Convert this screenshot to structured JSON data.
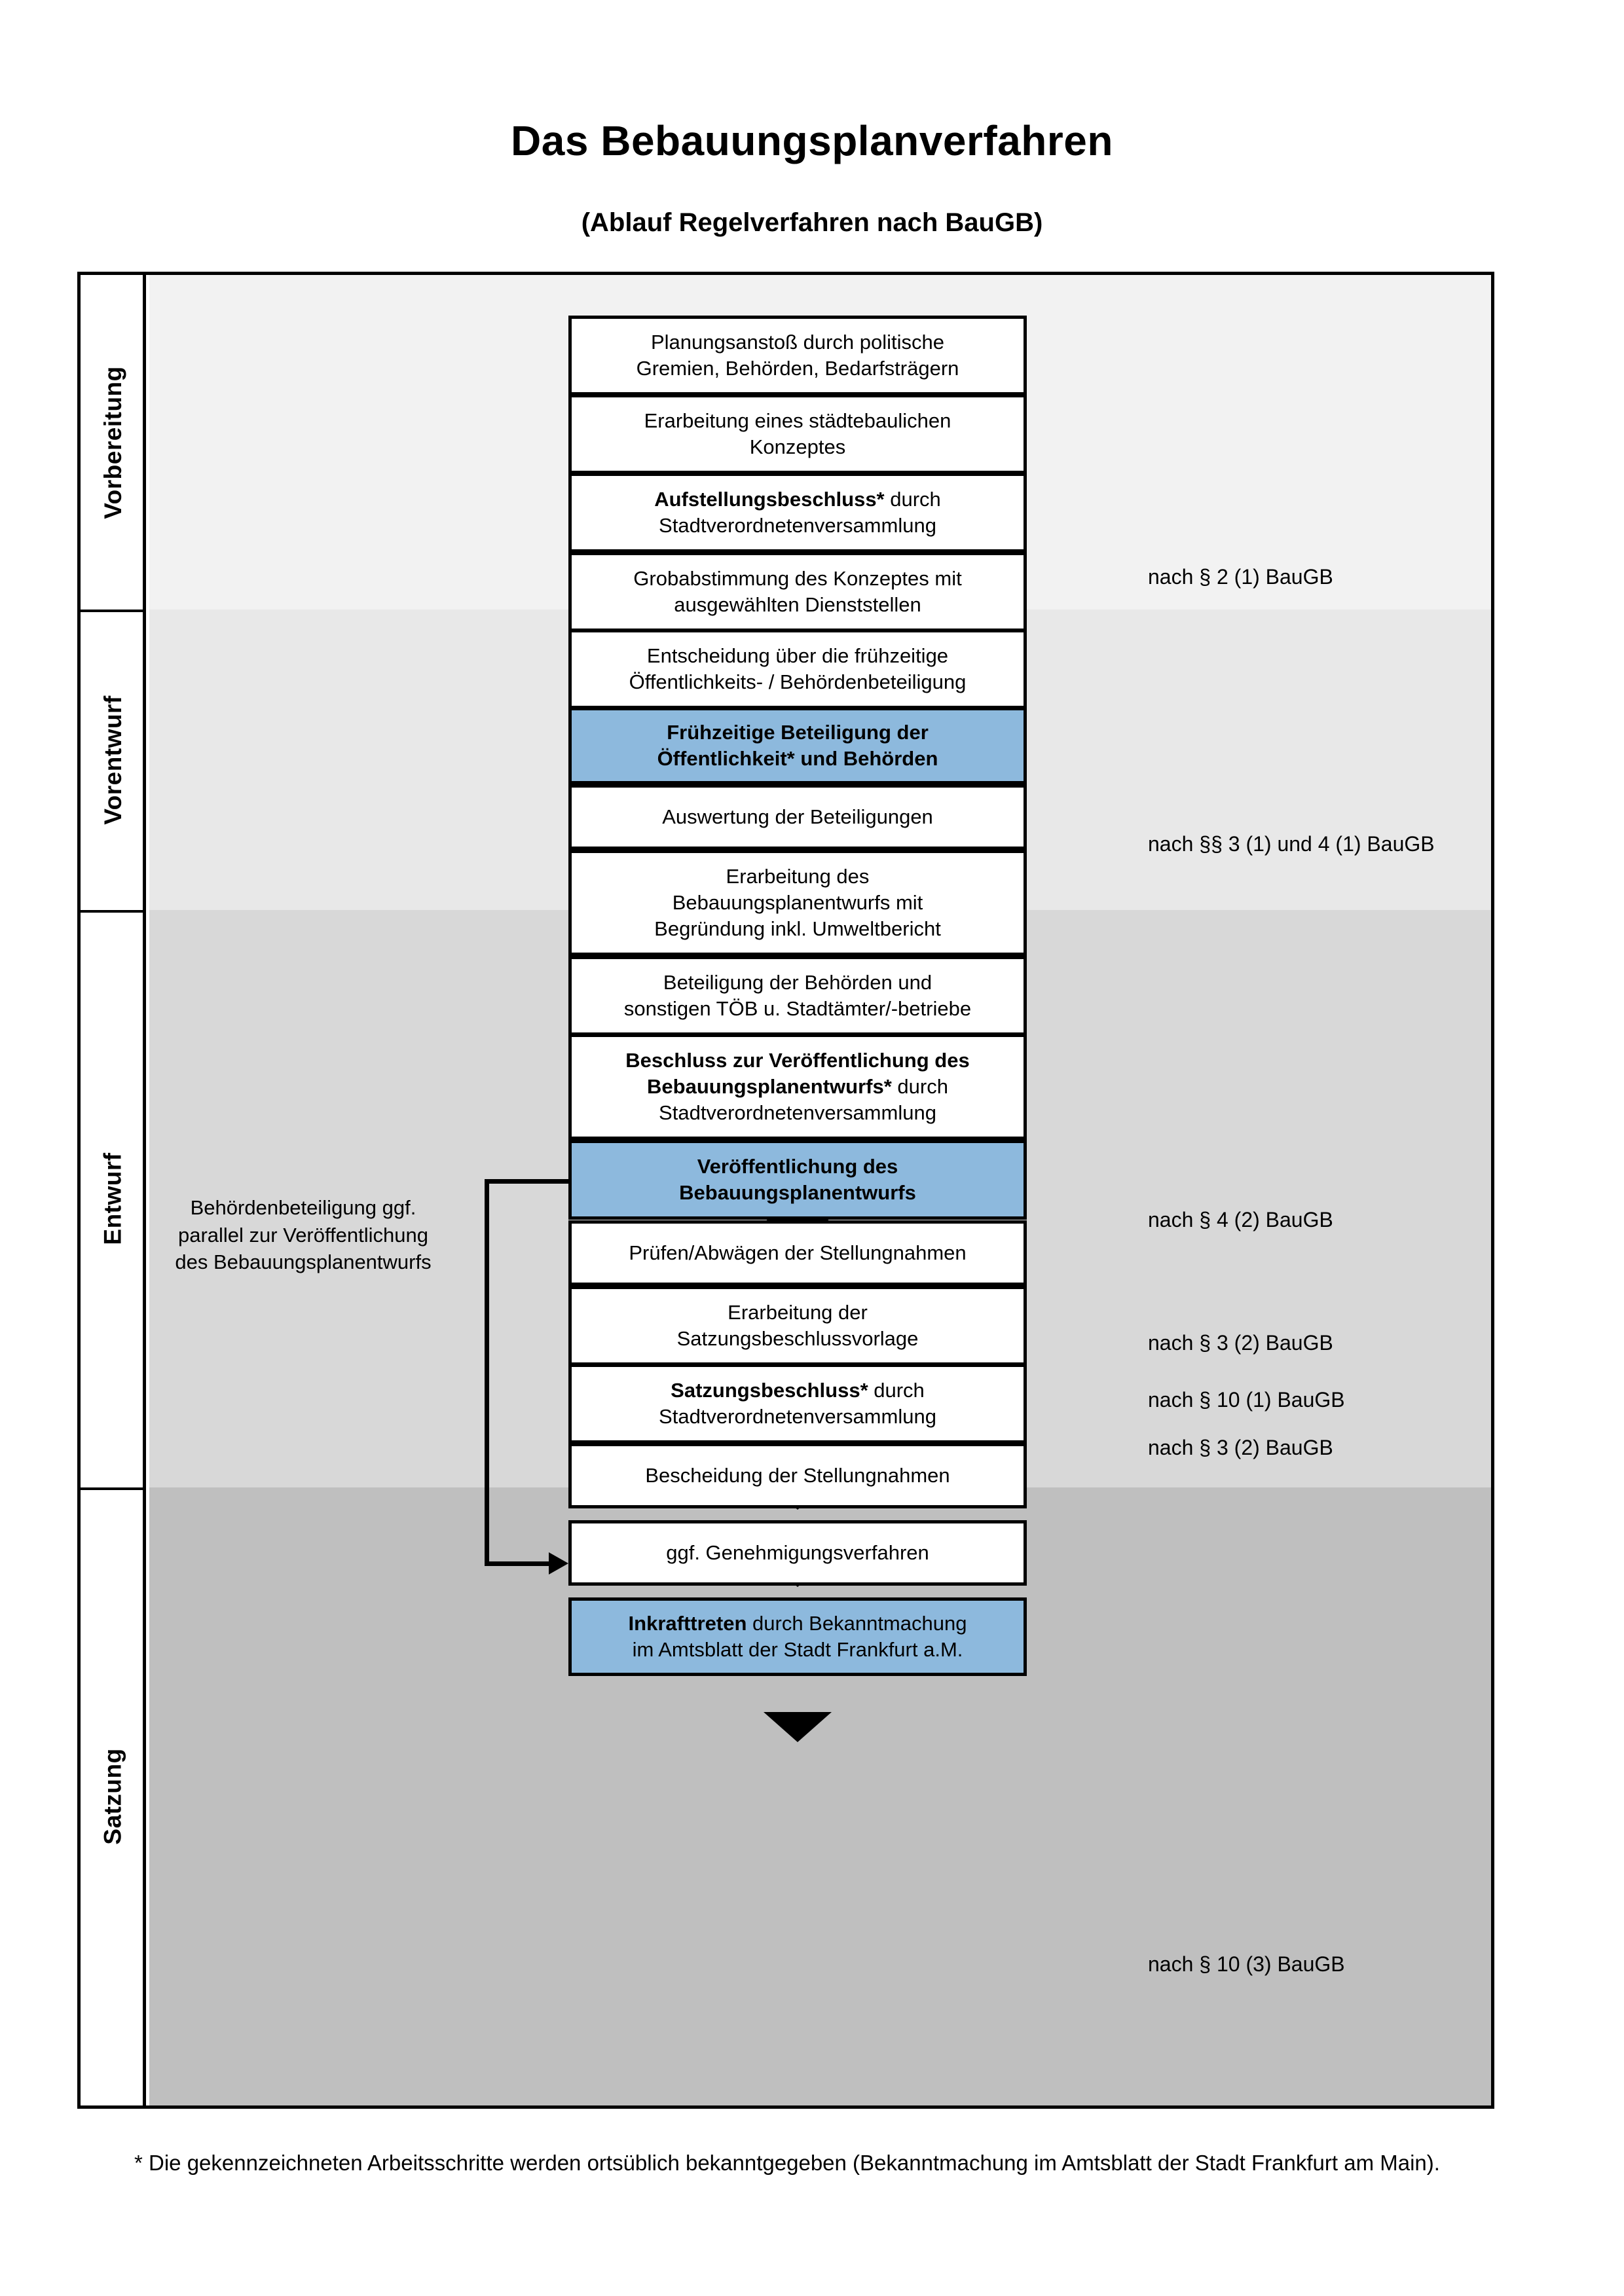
{
  "title": "Das Bebauungsplanverfahren",
  "subtitle": "(Ablauf Regelverfahren nach BauGB)",
  "colors": {
    "highlight": "#8db9dd",
    "band_vorbereitung": "#f2f2f2",
    "band_vorentwurf": "#e8e8e8",
    "band_entwurf": "#d8d8d8",
    "band_satzung": "#bfbfbf"
  },
  "phases": [
    {
      "label": "Vorbereitung"
    },
    {
      "label": "Vorentwurf"
    },
    {
      "label": "Entwurf"
    },
    {
      "label": "Satzung"
    }
  ],
  "side_note": "Behördenbeteiligung ggf. parallel zur Veröffentlichung des Bebauungsplanentwurfs",
  "steps": [
    {
      "line1": "Planungsanstoß durch politische",
      "line2": "Gremien, Behörden, Bedarfsträgern",
      "line3": "",
      "bold_prefix": "",
      "highlight": false
    },
    {
      "line1": "Erarbeitung eines städtebaulichen",
      "line2": "Konzeptes",
      "line3": "",
      "bold_prefix": "",
      "highlight": false
    },
    {
      "line1": "",
      "line2": "Stadtverordnetenversammlung",
      "line3": "",
      "bold_prefix": "Aufstellungsbeschluss*",
      "bold_suffix": " durch",
      "highlight": false
    },
    {
      "line1": "Grobabstimmung des Konzeptes mit",
      "line2": "ausgewählten Dienststellen",
      "line3": "",
      "bold_prefix": "",
      "highlight": false
    },
    {
      "line1": "Entscheidung über die frühzeitige",
      "line2": "Öffentlichkeits- / Behördenbeteiligung",
      "line3": "",
      "bold_prefix": "",
      "highlight": false
    },
    {
      "line1": "Frühzeitige Beteiligung der",
      "line2": "Öffentlichkeit* und Behörden",
      "line3": "",
      "bold_prefix": "",
      "highlight": true,
      "all_bold": true
    },
    {
      "line1": "Auswertung der Beteiligungen",
      "line2": "",
      "line3": "",
      "bold_prefix": "",
      "highlight": false
    },
    {
      "line1": "Erarbeitung des",
      "line2": "Bebauungsplanentwurfs mit",
      "line3": "Begründung inkl. Umweltbericht",
      "bold_prefix": "",
      "highlight": false
    },
    {
      "line1": "Beteiligung der Behörden und",
      "line2": "sonstigen TÖB u. Stadtämter/-betriebe",
      "line3": "",
      "bold_prefix": "",
      "highlight": false
    },
    {
      "line1": "",
      "line2": "Stadtverordnetenversammlung",
      "line3": "",
      "bold_prefix": "Beschluss zur Veröffentlichung des Bebauungsplanentwurfs*",
      "bold_suffix": " durch",
      "highlight": false
    },
    {
      "line1": "Veröffentlichung des",
      "line2": "Bebauungsplanentwurfs",
      "line3": "",
      "bold_prefix": "",
      "highlight": true,
      "all_bold": true
    },
    {
      "line1": "Prüfen/Abwägen der Stellungnahmen",
      "line2": "",
      "line3": "",
      "bold_prefix": "",
      "highlight": false
    },
    {
      "line1": "Erarbeitung der",
      "line2": "Satzungsbeschlussvorlage",
      "line3": "",
      "bold_prefix": "",
      "highlight": false
    },
    {
      "line1": "",
      "line2": "Stadtverordnetenversammlung",
      "line3": "",
      "bold_prefix": "Satzungsbeschluss*",
      "bold_suffix": " durch",
      "highlight": false
    },
    {
      "line1": "Bescheidung der Stellungnahmen",
      "line2": "",
      "line3": "",
      "bold_prefix": "",
      "highlight": false
    },
    {
      "line1": "ggf. Genehmigungsverfahren",
      "line2": "",
      "line3": "",
      "bold_prefix": "",
      "highlight": false
    },
    {
      "line1": "",
      "line2": "im Amtsblatt der Stadt Frankfurt a.M.",
      "line3": "",
      "bold_prefix": "Inkrafttreten",
      "bold_suffix": " durch Bekanntmachung",
      "highlight": true
    }
  ],
  "references": [
    {
      "text": "nach § 2 (1) BauGB"
    },
    {
      "text": "nach §§ 3 (1) und 4 (1) BauGB"
    },
    {
      "text": "nach § 4 (2) BauGB"
    },
    {
      "text": "nach § 3 (2) BauGB"
    },
    {
      "text": "nach § 3 (2) BauGB"
    },
    {
      "text": "nach § 10 (1) BauGB"
    },
    {
      "text": "nach § 10 (3) BauGB"
    }
  ],
  "footnote": "* Die gekennzeichneten Arbeitsschritte werden ortsüblich bekanntgegeben (Bekanntmachung im Amtsblatt  der Stadt Frankfurt am Main)."
}
